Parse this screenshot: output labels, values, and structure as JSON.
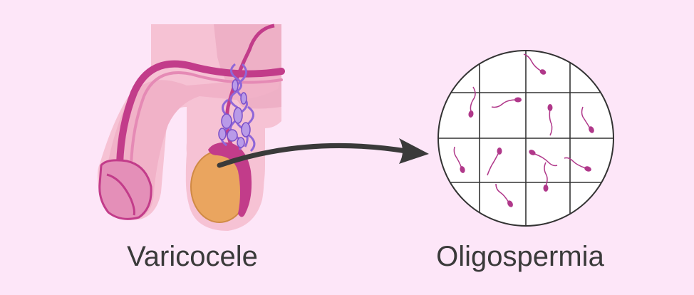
{
  "labels": {
    "left": "Varicocele",
    "right": "Oligospermia"
  },
  "colors": {
    "background": "#fde6f8",
    "skin": "#f6c2d4",
    "skin_dark": "#eaa7be",
    "magenta": "#c23c8a",
    "vein": "#8f66d8",
    "testis": "#eaa55f",
    "sperm": "#b0388a",
    "grid": "#333333",
    "arrow": "#3a3a3a"
  },
  "icons": [
    "varicocele-anatomy-illustration",
    "arrow-icon",
    "microscope-field-icon",
    "sperm-cell-icon"
  ]
}
